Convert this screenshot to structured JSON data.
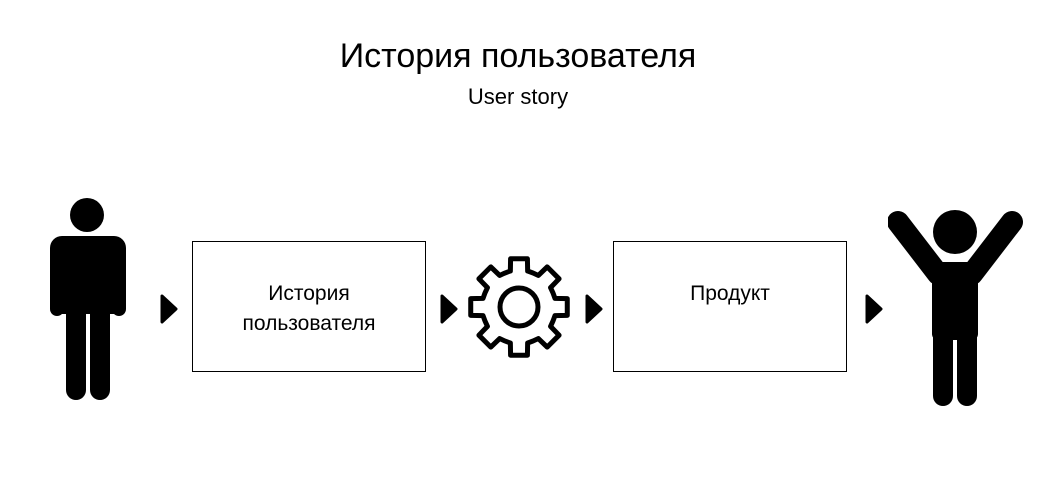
{
  "diagram": {
    "title": "История пользователя",
    "subtitle": "User story",
    "nodes": [
      {
        "id": "user",
        "icon": "person-standing-icon"
      },
      {
        "id": "story",
        "label_line1": "История",
        "label_line2": "пользователя"
      },
      {
        "id": "process",
        "icon": "gear-icon"
      },
      {
        "id": "product",
        "label": "Продукт"
      },
      {
        "id": "happy_user",
        "icon": "person-arms-raised-icon"
      }
    ],
    "connector_icon": "arrowhead-right-icon",
    "colors": {
      "stroke": "#000000",
      "fill": "#000000",
      "background": "#ffffff"
    }
  }
}
